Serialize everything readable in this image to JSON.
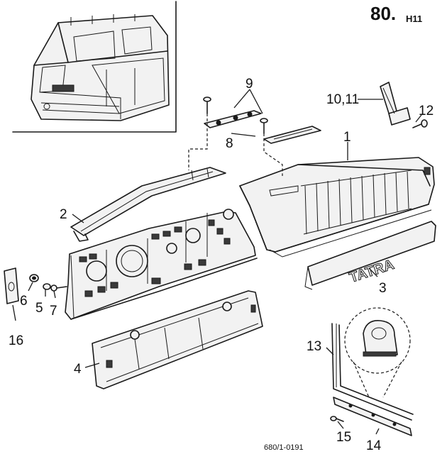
{
  "page_number": "80.",
  "page_suffix": "H11",
  "drawing_code": "680/1-0191",
  "emblem_text": "TATRA",
  "callouts": {
    "c1": "1",
    "c2": "2",
    "c3": "3",
    "c4": "4",
    "c5": "5",
    "c6": "6",
    "c7": "7",
    "c8": "8",
    "c9": "9",
    "c10_11": "10,11",
    "c12": "12",
    "c13": "13",
    "c14": "14",
    "c15": "15",
    "c16": "16"
  }
}
